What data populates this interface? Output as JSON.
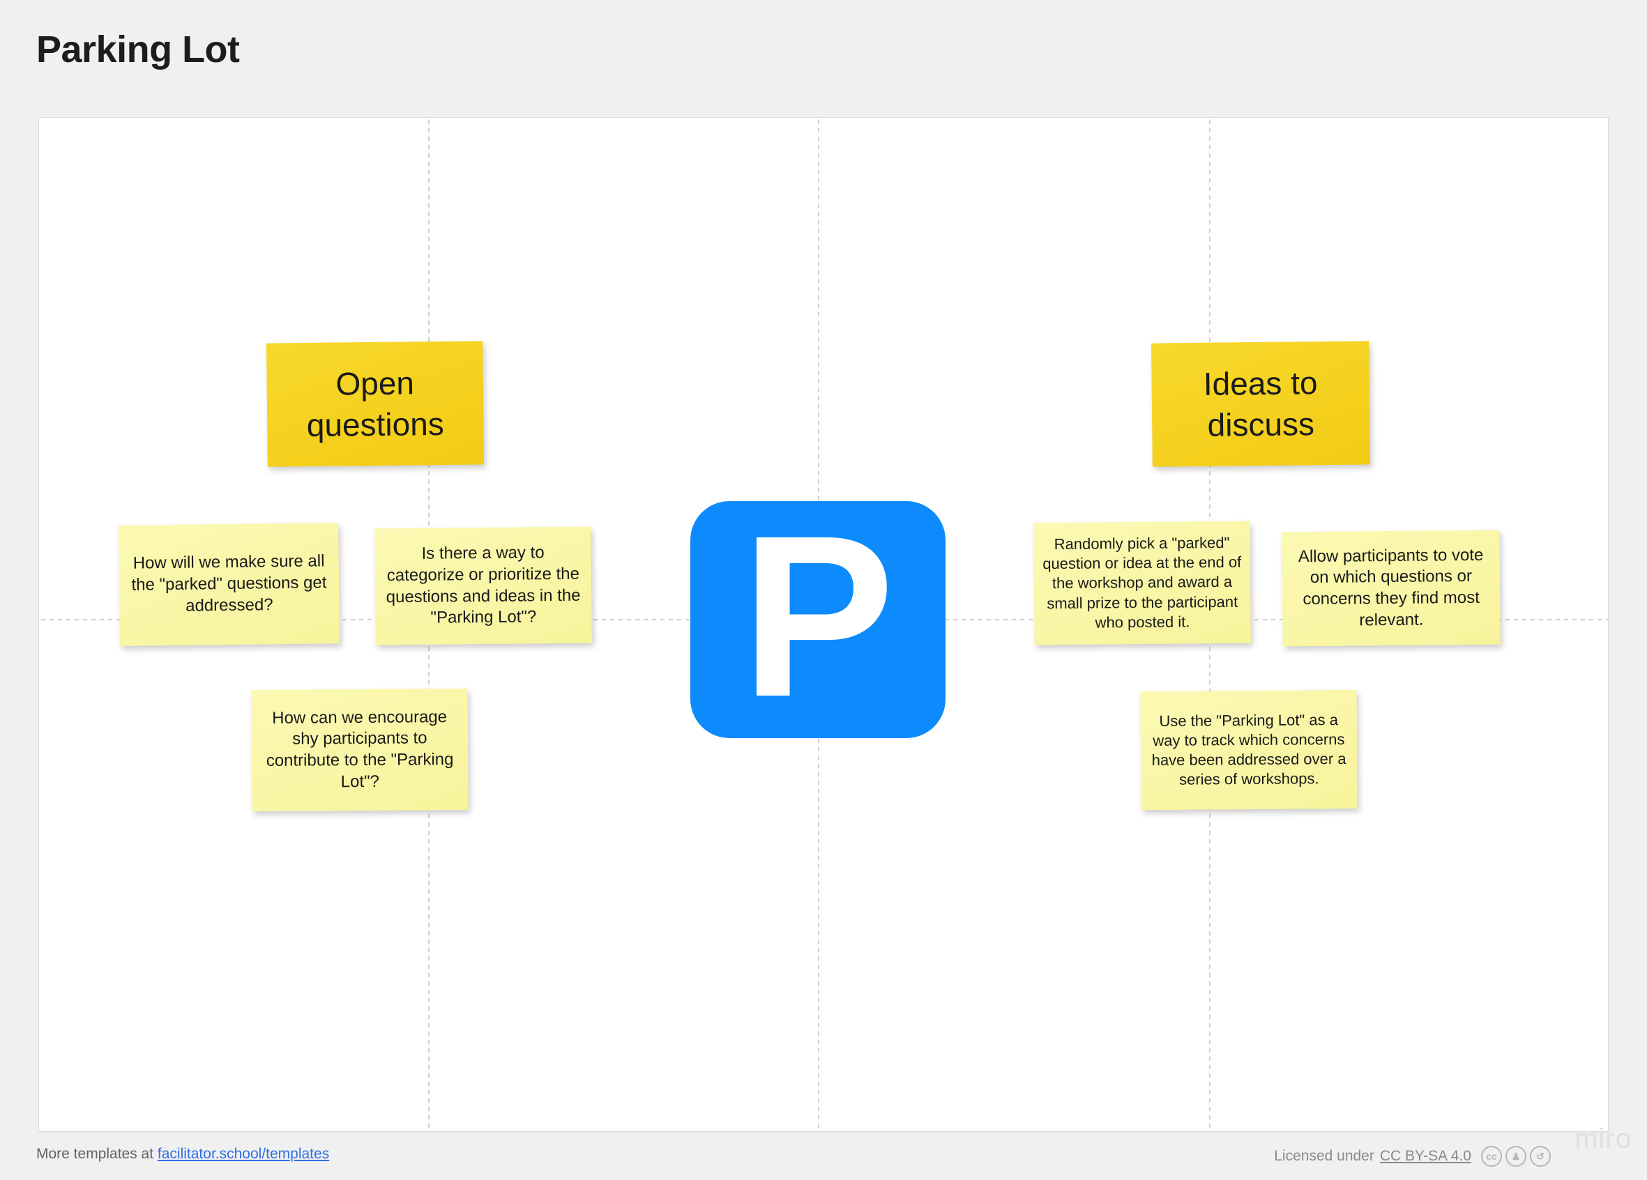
{
  "page": {
    "title": "Parking Lot",
    "background_color": "#f0f0f0",
    "canvas_color": "#ffffff"
  },
  "colors": {
    "header_note": "#f5d322",
    "idea_note": "#faf7a8",
    "logo_blue": "#0d8bfc",
    "link_blue": "#2f6fe4",
    "gridline": "#cfcfcf"
  },
  "center_logo": {
    "glyph": "P",
    "name": "parking-logo"
  },
  "columns": [
    {
      "id": "open-questions",
      "header": "Open questions",
      "notes": [
        {
          "text": "How will we make sure all the \"parked\" questions get addressed?"
        },
        {
          "text": "Is there a way to categorize or prioritize the questions and ideas in the \"Parking Lot\"?"
        },
        {
          "text": "How can we encourage shy participants to contribute to the \"Parking Lot\"?"
        }
      ]
    },
    {
      "id": "ideas-to-discuss",
      "header": "Ideas to discuss",
      "notes": [
        {
          "text": "Randomly pick a \"parked\" question or idea at the end of the workshop and award a small prize to the participant who posted it."
        },
        {
          "text": "Allow participants to vote on which questions or concerns they find most relevant."
        },
        {
          "text": "Use the \"Parking Lot\" as a way to track which concerns have been addressed over a series of workshops."
        }
      ]
    }
  ],
  "footer": {
    "left_prefix": "More templates at ",
    "left_link": "facilitator.school/templates",
    "license_prefix": "Licensed under ",
    "license_link": "CC BY-SA 4.0",
    "badges": [
      "cc",
      "i",
      "↺"
    ],
    "watermark": "miro"
  }
}
